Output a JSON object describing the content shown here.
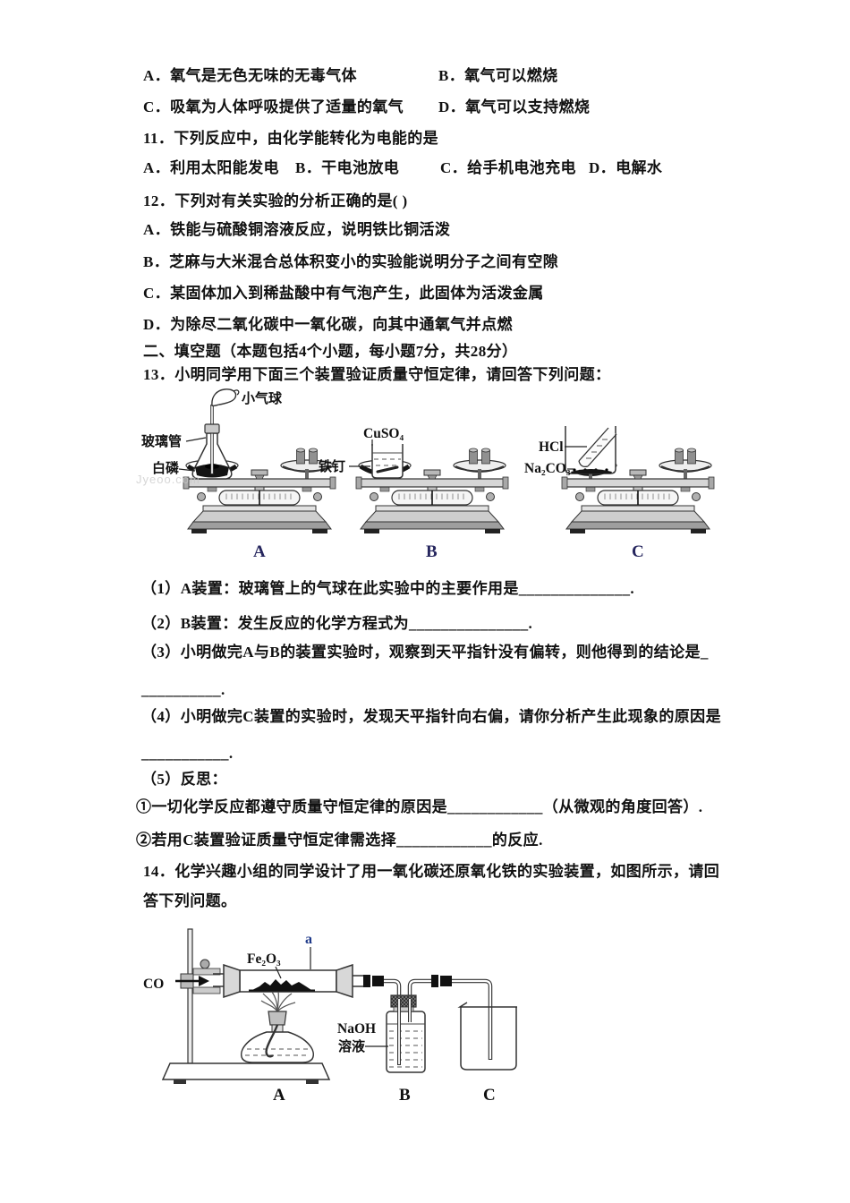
{
  "watermark": "Jyeoo.com",
  "q10": {
    "optA": "A．氧气是无色无味的无毒气体",
    "optB": "B．氧气可以燃烧",
    "optC": "C．吸氧为人体呼吸提供了适量的氧气",
    "optD": "D．氧气可以支持燃烧"
  },
  "q11": {
    "stem": "11．下列反应中，由化学能转化为电能的是",
    "optA": "A．利用太阳能发电",
    "optB": "B．干电池放电",
    "optC": "C．给手机电池充电",
    "optD": "D．电解水"
  },
  "q12": {
    "stem": "12．下列对有关实验的分析正确的是( )",
    "optA": "A．铁能与硫酸铜溶液反应，说明铁比铜活泼",
    "optB": "B．芝麻与大米混合总体积变小的实验能说明分子之间有空隙",
    "optC": "C．某固体加入到稀盐酸中有气泡产生，此固体为活泼金属",
    "optD": "D．为除尽二氧化碳中一氧化碳，向其中通氧气并点燃"
  },
  "section2": {
    "title": "二、填空题（本题包括4个小题，每小题7分，共28分）"
  },
  "q13": {
    "stem": "13．小明同学用下面三个装置验证质量守恒定律，请回答下列问题：",
    "diagram": {
      "balloon_label": "小气球",
      "glass_tube_label": "玻璃管",
      "white_phosphorus_label": "白磷",
      "cuso4_label": "CuSO₄",
      "iron_nail_label": "铁钉",
      "hcl_label": "HCl",
      "na2co3_label": "Na₂CO₃",
      "label_a": "A",
      "label_b": "B",
      "label_c": "C"
    },
    "sub1": "（1）A装置：玻璃管上的气球在此实验中的主要作用是______________.",
    "sub2": "（2）B装置：发生反应的化学方程式为_______________.",
    "sub3": "（3）小明做完A与B的装置实验时，观察到天平指针没有偏转，则他得到的结论是_",
    "sub3_cont": "__________.",
    "sub4": "（4）小明做完C装置的实验时，发现天平指针向右偏，请你分析产生此现象的原因是",
    "sub4_cont": "___________.",
    "sub5": "（5）反思：",
    "sub5_1": "①一切化学反应都遵守质量守恒定律的原因是____________（从微观的角度回答）.",
    "sub5_2": "②若用C装置验证质量守恒定律需选择____________的反应."
  },
  "q14": {
    "stem_line1": "14．化学兴趣小组的同学设计了用一氧化碳还原氧化铁的实验装置，如图所示，请回",
    "stem_line2": "答下列问题。",
    "diagram": {
      "co_label": "CO",
      "fe2o3_label": "Fe₂O₃",
      "a_point_label": "a",
      "naoh_label": "NaOH",
      "solution_label": "溶液",
      "label_a": "A",
      "label_b": "B",
      "label_c": "C"
    }
  }
}
